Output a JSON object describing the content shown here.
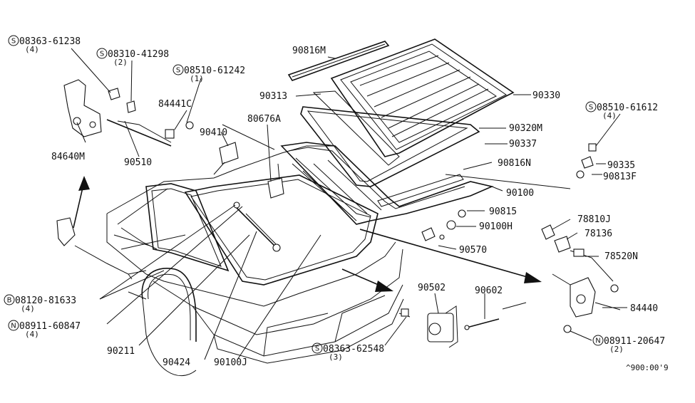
{
  "diagram": {
    "code": "^900:00'9",
    "labels": [
      {
        "id": "s08363_61238",
        "prefix": "S",
        "text": "08363-61238",
        "qty": "(4)"
      },
      {
        "id": "s08310_41298",
        "prefix": "S",
        "text": "08310-41298",
        "qty": "(2)"
      },
      {
        "id": "s08510_61242",
        "prefix": "S",
        "text": "08510-61242",
        "qty": "(1)"
      },
      {
        "id": "p84441c",
        "text": "84441C"
      },
      {
        "id": "p84640m",
        "text": "84640M"
      },
      {
        "id": "p90510",
        "text": "90510"
      },
      {
        "id": "p80676a",
        "text": "80676A"
      },
      {
        "id": "p90410",
        "text": "90410"
      },
      {
        "id": "p90816m",
        "text": "90816M"
      },
      {
        "id": "p90313",
        "text": "90313"
      },
      {
        "id": "p90330",
        "text": "90330"
      },
      {
        "id": "p90320m",
        "text": "90320M"
      },
      {
        "id": "p90337",
        "text": "90337"
      },
      {
        "id": "p90816n",
        "text": "90816N"
      },
      {
        "id": "p90100",
        "text": "90100"
      },
      {
        "id": "s08510_61612",
        "prefix": "S",
        "text": "08510-61612",
        "qty": "(4)"
      },
      {
        "id": "p90335",
        "text": "90335"
      },
      {
        "id": "p90813f",
        "text": "90813F"
      },
      {
        "id": "p90815",
        "text": "90815"
      },
      {
        "id": "p90100h",
        "text": "90100H"
      },
      {
        "id": "p90570",
        "text": "90570"
      },
      {
        "id": "p78810j",
        "text": "78810J"
      },
      {
        "id": "p78136",
        "text": "78136"
      },
      {
        "id": "p78520n",
        "text": "78520N"
      },
      {
        "id": "p84440",
        "text": "84440"
      },
      {
        "id": "n08911_20647",
        "prefix": "N",
        "text": "08911-20647",
        "qty": "(2)"
      },
      {
        "id": "p90502",
        "text": "90502"
      },
      {
        "id": "p90602",
        "text": "90602"
      },
      {
        "id": "s08363_62548",
        "prefix": "S",
        "text": "08363-62548",
        "qty": "(3)"
      },
      {
        "id": "b08120_81633",
        "prefix": "B",
        "text": "08120-81633",
        "qty": "(4)"
      },
      {
        "id": "n08911_60847",
        "prefix": "N",
        "text": "08911-60847",
        "qty": "(4)"
      },
      {
        "id": "p90211",
        "text": "90211"
      },
      {
        "id": "p90424",
        "text": "90424"
      },
      {
        "id": "p90100j",
        "text": "90100J"
      }
    ]
  }
}
